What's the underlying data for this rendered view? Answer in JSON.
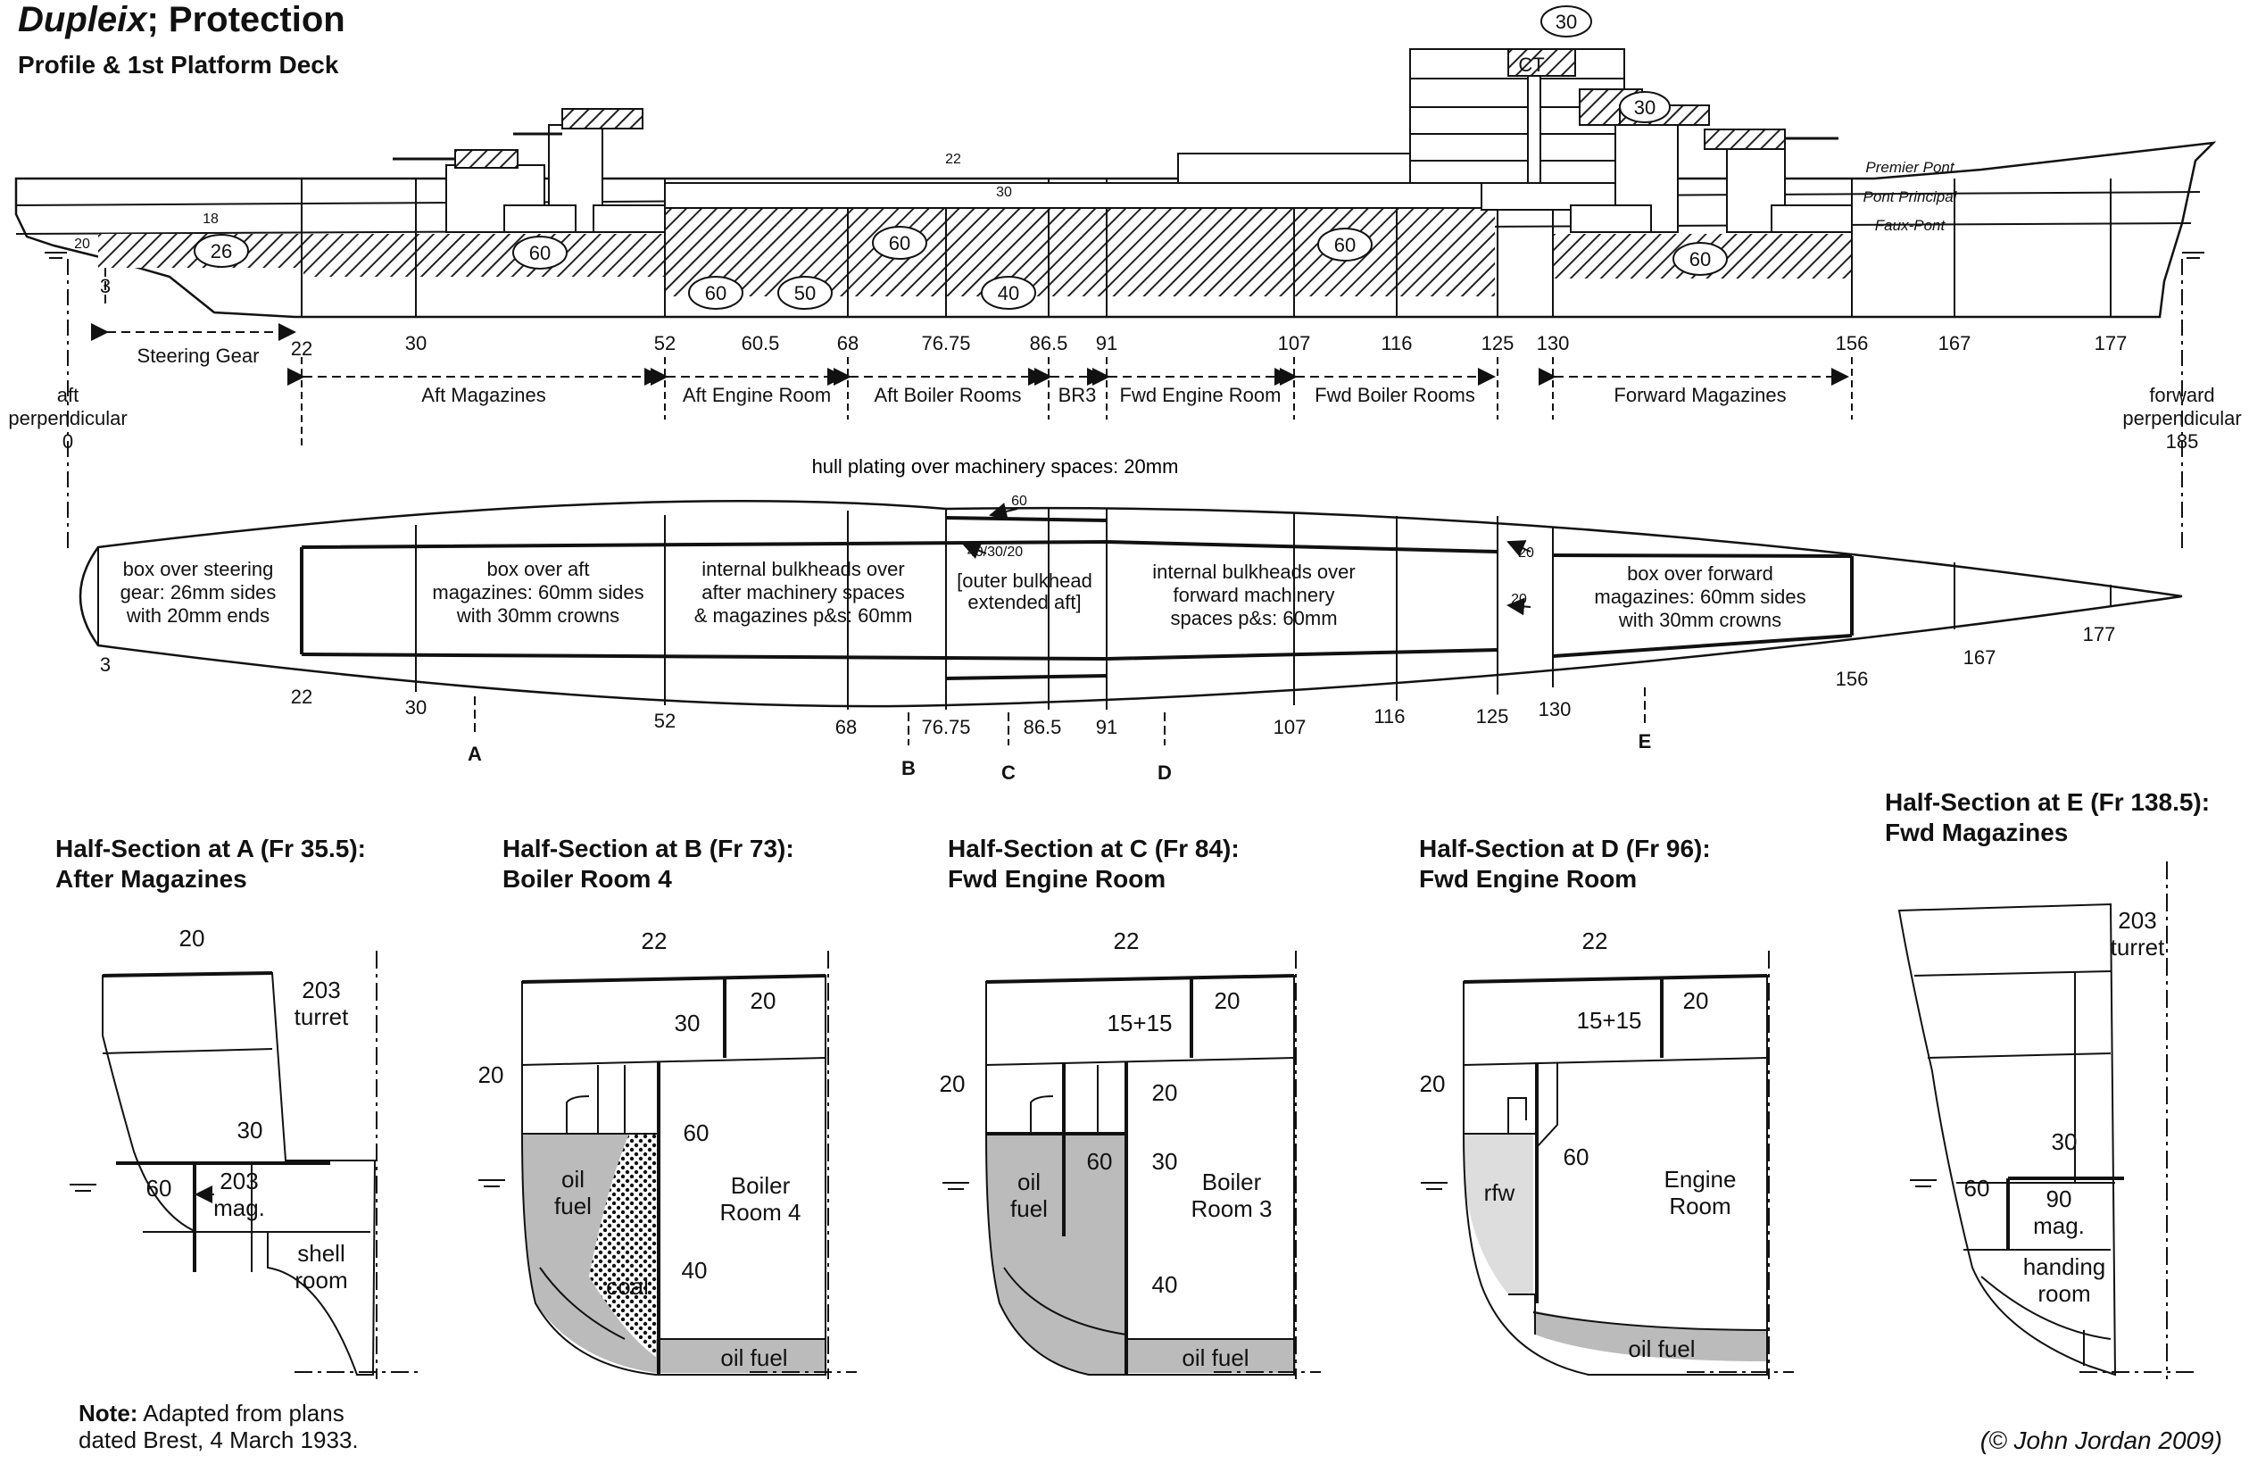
{
  "title": {
    "ship": "Dupleix",
    "rest": "; Protection",
    "subtitle": "Profile & 1st Platform Deck"
  },
  "profile": {
    "deck_labels": [
      "Premier Pont",
      "Pont Principal",
      "Faux-Pont"
    ],
    "armour_numbers": {
      "n18": "18",
      "n26": "26",
      "n60a": "60",
      "n60b": "60",
      "n60c": "60",
      "n60d": "60",
      "n60e": "60",
      "n50": "50",
      "n40": "40",
      "n30_turret_fwd": "30",
      "n30_ct": "30",
      "n20": "20",
      "n22": "22",
      "n30": "30"
    },
    "ct_label": "CT",
    "frames_top": [
      "3",
      "22",
      "30",
      "52",
      "60.5",
      "68",
      "76.75",
      "86.5",
      "91",
      "107",
      "116",
      "125",
      "130",
      "156",
      "167",
      "177"
    ],
    "aft_perp": [
      "aft",
      "perpendicular",
      "0"
    ],
    "fwd_perp": [
      "forward",
      "perpendicular",
      "185"
    ],
    "compartments": [
      "Steering Gear",
      "Aft Magazines",
      "Aft Engine Room",
      "Aft Boiler Rooms",
      "BR3",
      "Fwd Engine Room",
      "Fwd Boiler Rooms",
      "Forward Magazines"
    ]
  },
  "platform": {
    "hull_plating": "hull plating over machinery spaces: 20mm",
    "box_steering": [
      "box over steering",
      "gear: 26mm sides",
      "with 20mm ends"
    ],
    "box_aft": [
      "box over aft",
      "magazines: 60mm sides",
      "with 30mm crowns"
    ],
    "internal_aft": [
      "internal bulkheads over",
      "after machinery spaces",
      "& magazines p&s: 60mm"
    ],
    "outer_bulkhead": [
      "[outer bulkhead",
      "extended aft]"
    ],
    "internal_fwd": [
      "internal bulkheads over",
      "forward machinery",
      "spaces p&s: 60mm"
    ],
    "box_fwd": [
      "box over forward",
      "magazines: 60mm sides",
      "with 30mm crowns"
    ],
    "n60": "60",
    "n403020": "40/30/20",
    "n20a": "20",
    "n20b": "20",
    "frames_bottom": [
      "3",
      "22",
      "30",
      "52",
      "68",
      "76.75",
      "86.5",
      "91",
      "107",
      "116",
      "125",
      "130",
      "156",
      "167",
      "177"
    ],
    "section_marks": [
      "A",
      "B",
      "C",
      "D",
      "E"
    ]
  },
  "sections": [
    {
      "title": [
        "Half-Section at A (Fr 35.5):",
        "After Magazines"
      ]
    },
    {
      "title": [
        "Half-Section at B (Fr 73):",
        "Boiler Room 4"
      ]
    },
    {
      "title": [
        "Half-Section at C (Fr 84):",
        "Fwd Engine Room"
      ]
    },
    {
      "title": [
        "Half-Section at D (Fr 96):",
        "Fwd Engine Room"
      ]
    },
    {
      "title": [
        "Half-Section at E (Fr 138.5):",
        "Fwd Magazines"
      ]
    }
  ],
  "sec_labels": {
    "a": {
      "n20": "20",
      "turret": [
        "203",
        "turret"
      ],
      "n30": "30",
      "n60": "60",
      "mag": [
        "203",
        "mag."
      ],
      "shell": [
        "shell",
        "room"
      ]
    },
    "b": {
      "n22": "22",
      "n20top": "20",
      "n30": "30",
      "n20side": "20",
      "n60": "60",
      "oil": [
        "oil",
        "fuel"
      ],
      "room": [
        "Boiler",
        "Room 4"
      ],
      "n40": "40",
      "coal": "coal",
      "oilfuel": "oil fuel"
    },
    "c": {
      "n22": "22",
      "n20top": "20",
      "n1515": "15+15",
      "n20side": "20",
      "n20in": "20",
      "n60": "60",
      "n30": "30",
      "oil": [
        "oil",
        "fuel"
      ],
      "room": [
        "Boiler",
        "Room 3"
      ],
      "n40": "40",
      "oilfuel": "oil fuel"
    },
    "d": {
      "n22": "22",
      "n20top": "20",
      "n1515": "15+15",
      "n20side": "20",
      "n60": "60",
      "rfw": "rfw",
      "room": [
        "Engine",
        "Room"
      ],
      "oilfuel": "oil fuel"
    },
    "e": {
      "turret": [
        "203",
        "turret"
      ],
      "n30": "30",
      "n60": "60",
      "mag": [
        "90",
        "mag."
      ],
      "handing": [
        "handing",
        "room"
      ]
    }
  },
  "note": {
    "bold": "Note:",
    "line1": " Adapted from plans",
    "line2": "dated Brest, 4 March 1933."
  },
  "credit": "(© John Jordan 2009)"
}
